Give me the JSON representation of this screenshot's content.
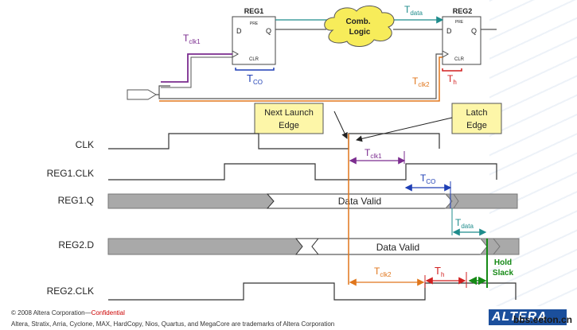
{
  "regs": {
    "reg1": {
      "name": "REG1",
      "d": "D",
      "q": "Q",
      "pre": "PRE",
      "clr": "CLR"
    },
    "reg2": {
      "name": "REG2",
      "d": "D",
      "q": "Q",
      "pre": "PRE",
      "clr": "CLR"
    }
  },
  "cloud": {
    "line1": "Comb.",
    "line2": "Logic"
  },
  "params": {
    "tclk1": {
      "main": "T",
      "sub": "clk1"
    },
    "tco": {
      "main": "T",
      "sub": "CO"
    },
    "tdata": {
      "main": "T",
      "sub": "data"
    },
    "tclk2": {
      "main": "T",
      "sub": "clk2"
    },
    "th": {
      "main": "T",
      "sub": "h"
    }
  },
  "callouts": {
    "launch": {
      "line1": "Next Launch",
      "line2": "Edge"
    },
    "latch": {
      "line1": "Latch",
      "line2": "Edge"
    }
  },
  "signals": {
    "clk": "CLK",
    "reg1clk": "REG1.CLK",
    "reg1q": "REG1.Q",
    "reg2d": "REG2.D",
    "reg2clk": "REG2.CLK"
  },
  "data_valid": "Data Valid",
  "hold_slack": {
    "line1": "Hold",
    "line2": "Slack"
  },
  "footer": {
    "line1_prefix": "© 2008 Altera Corporation—",
    "line1_conf": "Confidential",
    "line2": "Altera, Stratix, Arria, Cyclone, MAX, HardCopy, Nios, Quartus, and MegaCore are trademarks of Altera Corporation"
  },
  "watermark": "bbs.eeton.cn",
  "logo": "ALTERA",
  "colors": {
    "purple": "#7b2c8f",
    "blue": "#1f3fb5",
    "teal": "#1f8c8c",
    "orange": "#e0761c",
    "red": "#d11f1f",
    "green": "#168a16",
    "cloud": "#f7ec5a",
    "callout": "#fdf6a8",
    "grey": "#a9a9a9"
  }
}
